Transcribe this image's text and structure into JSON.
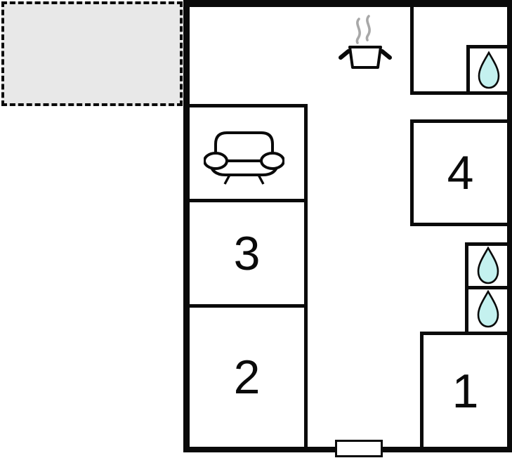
{
  "page": {
    "type": "floor-plan"
  },
  "colors": {
    "wall_color": "#0a0a0a",
    "floor_fill": "#ffffff",
    "terrace_fill": "#e8e8e8",
    "water_drop_fill": "#c4f1ef",
    "steam_color": "#a8a8a8"
  },
  "rooms": [
    {
      "id": "room-1",
      "label": "1"
    },
    {
      "id": "room-2",
      "label": "2"
    },
    {
      "id": "room-3",
      "label": "3"
    },
    {
      "id": "room-4",
      "label": "4"
    }
  ],
  "fixtures": {
    "terrace": {
      "name": "terrace-area",
      "style": "dashed-outline-gray"
    },
    "sofa": {
      "icon": "sofa-icon",
      "location": "living-room"
    },
    "stove_pot": {
      "icon": "cooking-pot-icon",
      "location": "kitchen"
    },
    "water_drops": {
      "icon": "water-drop-icon",
      "count": 3
    },
    "entrance_door": {
      "name": "entrance-door",
      "location": "bottom-wall"
    }
  }
}
